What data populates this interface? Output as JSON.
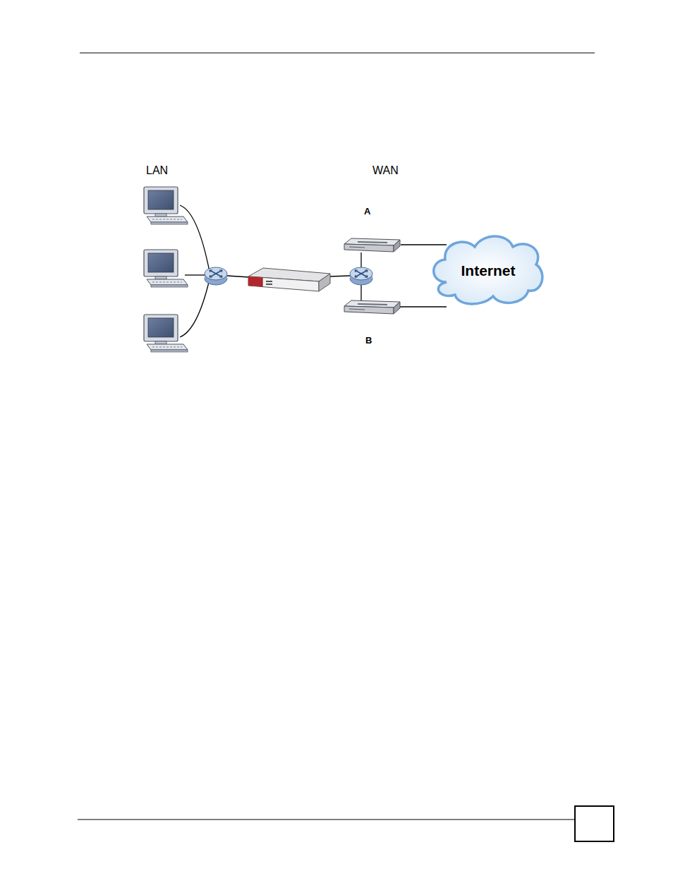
{
  "diagram": {
    "nodes": [
      {
        "text": [
          "A"
        ]
      },
      {
        "text": [
          "B"
        ]
      },
      {
        "text": [
          "Internet"
        ]
      }
    ],
    "edges": [
      {
        "from": 0,
        "to": 2,
        "arrow": "none"
      },
      {
        "from": 1,
        "to": 2,
        "arrow": "none"
      }
    ],
    "labels": [
      "LAN",
      "WAN"
    ]
  }
}
